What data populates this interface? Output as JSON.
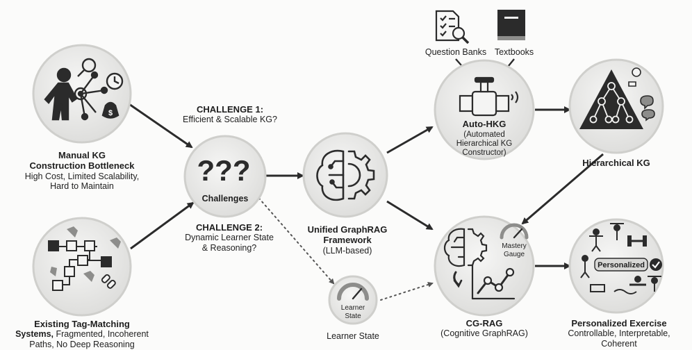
{
  "sources": {
    "question_banks": "Question Banks",
    "textbooks": "Textbooks"
  },
  "manual_kg": {
    "title_line1": "Manual KG",
    "title_line2": "Construction Bottleneck",
    "desc_line1": "High Cost, Limited Scalability,",
    "desc_line2": "Hard to Maintain"
  },
  "tag_matching": {
    "title": "Existing Tag-Matching",
    "title_suffix": "Systems,",
    "desc_line1": " Fragmented, Incoherent",
    "desc_line2": "Paths, No Deep Reasoning"
  },
  "challenge1": {
    "title": "CHALLENGE 1:",
    "desc": "Efficient & Scalable KG?"
  },
  "challenge2": {
    "title": "CHALLENGE 2:",
    "desc_line1": "Dynamic Learner State",
    "desc_line2": "& Reasoning?"
  },
  "challenges": {
    "symbol": "???",
    "label": "Challenges"
  },
  "graphrag": {
    "title_line1": "Unified GraphRAG",
    "title_line2": "Framework",
    "desc": "(LLM-based)"
  },
  "auto_hkg": {
    "title": "Auto-HKG",
    "desc_line1": "(Automated",
    "desc_line2": "Hierarchical KG",
    "desc_line3": "Constructor)"
  },
  "hier_kg": {
    "title": "Hierarchical KG"
  },
  "cg_rag": {
    "title": "CG-RAG",
    "desc": "(Cognitive GraphRAG)",
    "gauge_line1": "Mastery",
    "gauge_line2": "Gauge"
  },
  "learner_state": {
    "gauge_line1": "Learner",
    "gauge_line2": "State",
    "caption": "Learner State"
  },
  "personalized": {
    "badge": "Personalized",
    "title": "Personalized Exercise",
    "desc_line1": "Controllable, Interpretable,",
    "desc_line2": "Coherent"
  },
  "colors": {
    "stroke": "#2b2b2b",
    "circle_fill": "#ededeb",
    "circle_ring": "#cfcfcc",
    "accent_gray": "#8d8d8b"
  }
}
